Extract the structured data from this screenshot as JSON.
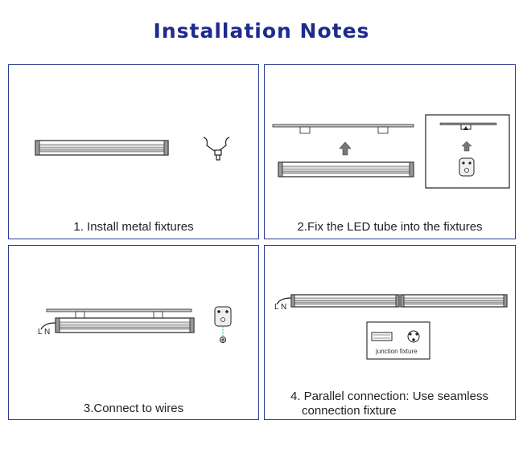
{
  "title": "Installation Notes",
  "steps": [
    {
      "caption": "1. Install metal fixtures"
    },
    {
      "caption": "2.Fix the LED tube into the fixtures"
    },
    {
      "caption": "3.Connect to wires",
      "wire_label": "L N"
    },
    {
      "caption_line1": "4. Parallel connection: Use seamless",
      "caption_line2": "connection fixture",
      "wire_label": "L N",
      "junction_label": "junction fixture"
    }
  ]
}
